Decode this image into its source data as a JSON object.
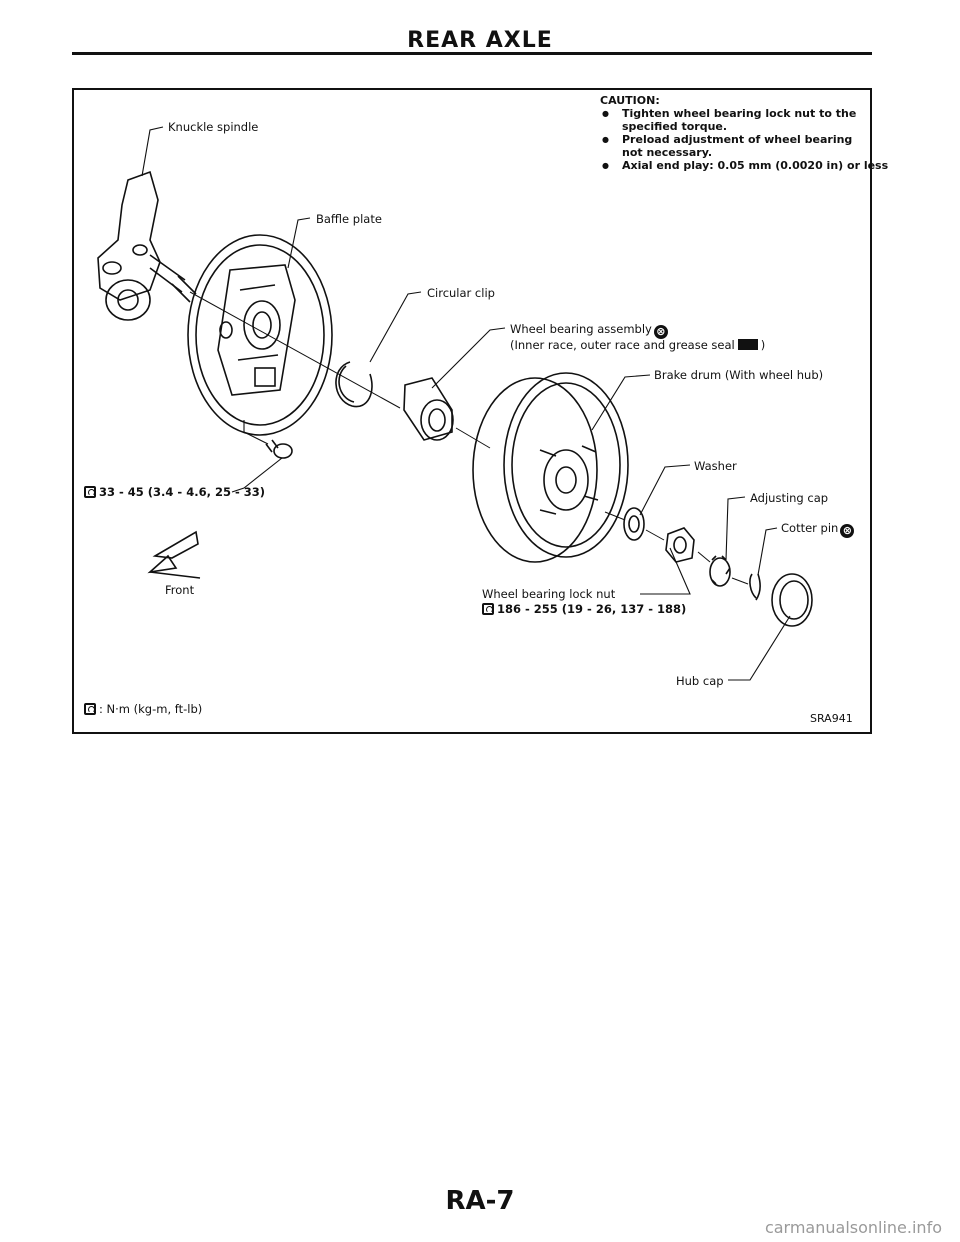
{
  "header": {
    "title": "REAR AXLE"
  },
  "caution": {
    "title": "CAUTION:",
    "items": [
      "Tighten wheel bearing lock nut to the specified torque.",
      "Preload adjustment of wheel bearing not necessary.",
      "Axial end play: 0.05 mm (0.0020 in) or less"
    ]
  },
  "labels": {
    "knuckle_spindle": "Knuckle spindle",
    "baffle_plate": "Baffle plate",
    "circular_clip": "Circular clip",
    "wheel_bearing_assembly": "Wheel bearing assembly",
    "wheel_bearing_sub_a": "(Inner race, outer race and grease seal",
    "wheel_bearing_sub_b": ")",
    "brake_drum": "Brake drum (With wheel hub)",
    "washer": "Washer",
    "adjusting_cap": "Adjusting cap",
    "cotter_pin": "Cotter pin",
    "front": "Front",
    "lock_nut": "Wheel bearing lock nut",
    "lock_nut_torque": "186 - 255 (19 - 26, 137 - 188)",
    "baffle_torque": "33 - 45 (3.4 - 4.6, 25 - 33)",
    "hub_cap": "Hub cap",
    "legend_unit": ": N·m (kg-m, ft-lb)",
    "figure_code": "SRA941"
  },
  "icons": {
    "no_reuse": "⊗",
    "no_reuse_icon": "no-reuse-icon",
    "torque_icon": "torque-wrench-icon",
    "grease_icon": "grease-icon",
    "front_arrow_icon": "front-arrow-icon"
  },
  "footer": {
    "page": "RA-7",
    "watermark": "carmanualsonline.info"
  }
}
